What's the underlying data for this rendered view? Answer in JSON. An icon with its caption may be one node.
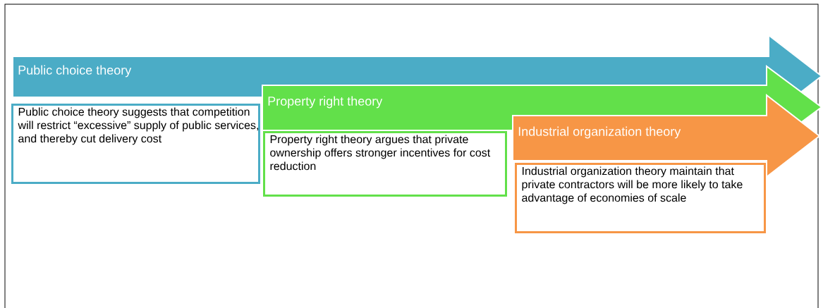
{
  "diagram": {
    "nodes": [
      {
        "text": [
          "Public choice theory"
        ]
      },
      {
        "text": [
          "Public choice theory suggests that competition will restrict “excessive” supply of public services, and thereby cut delivery cost"
        ]
      },
      {
        "text": [
          "Property right theory"
        ]
      },
      {
        "text": [
          "Property right theory argues that private ownership offers stronger incentives for cost reduction"
        ]
      },
      {
        "text": [
          "Industrial organization theory"
        ]
      },
      {
        "text": [
          "Industrial organization theory maintain that private contractors will be more likely to take advantage of economies of scale"
        ]
      }
    ]
  }
}
